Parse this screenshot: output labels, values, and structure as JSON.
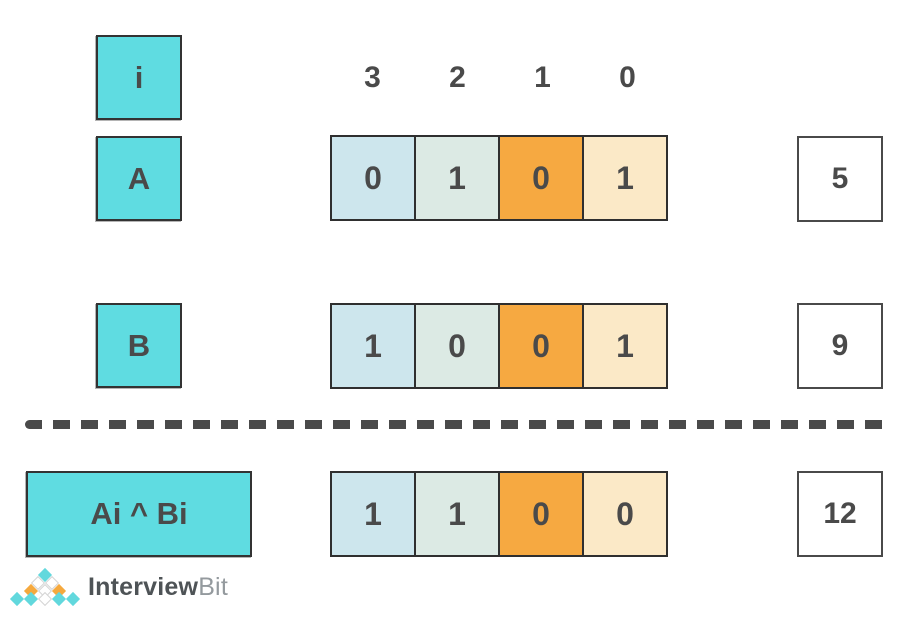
{
  "colors": {
    "cyan": "#5fdce1",
    "cell_bit3": "#cde6ed",
    "cell_bit2": "#dceae4",
    "cell_bit1": "#f6a941",
    "cell_bit0": "#fbe9c7",
    "border_dark": "#333333",
    "text_dark": "#4a4a4a"
  },
  "index_header": {
    "label": "i",
    "indices": [
      "3",
      "2",
      "1",
      "0"
    ]
  },
  "rows": [
    {
      "label": "A",
      "bits": [
        "0",
        "1",
        "0",
        "1"
      ],
      "decimal": "5"
    },
    {
      "label": "B",
      "bits": [
        "1",
        "0",
        "0",
        "1"
      ],
      "decimal": "9"
    },
    {
      "label": "Ai ^ Bi",
      "bits": [
        "1",
        "1",
        "0",
        "0"
      ],
      "decimal": "12"
    }
  ],
  "logo": {
    "brand_bold": "Interview",
    "brand_light": "Bit"
  }
}
